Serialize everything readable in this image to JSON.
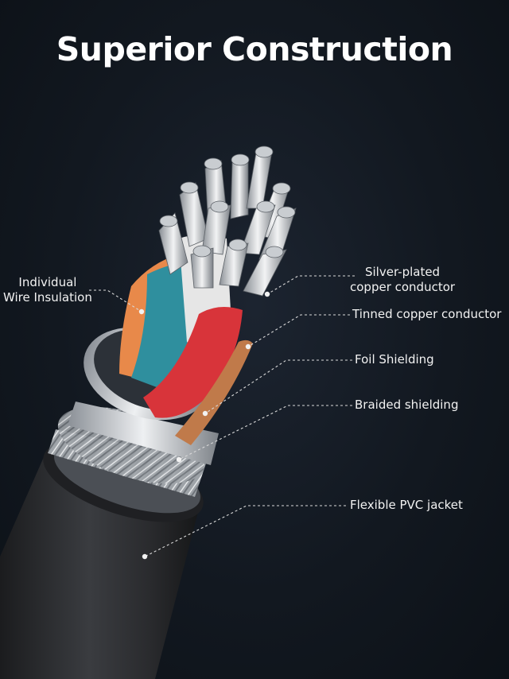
{
  "title": "Superior Construction",
  "labels": {
    "individual_insulation": [
      "Individual",
      "Wire Insulation"
    ],
    "silver_plated": [
      "Silver-plated",
      "copper conductor"
    ],
    "tinned_copper": "Tinned copper conductor",
    "foil": "Foil Shielding",
    "braided": "Braided shielding",
    "pvc": "Flexible PVC jacket"
  },
  "colors": {
    "background": "#121820",
    "jacket": "#2b2d30",
    "orange_wire": "#e8894a",
    "teal_wire": "#2f8f9e",
    "red_wire": "#d8343a",
    "white_wire": "#e6e6e6",
    "copper": "#c07a4a",
    "foil": "#c9ccd0"
  }
}
